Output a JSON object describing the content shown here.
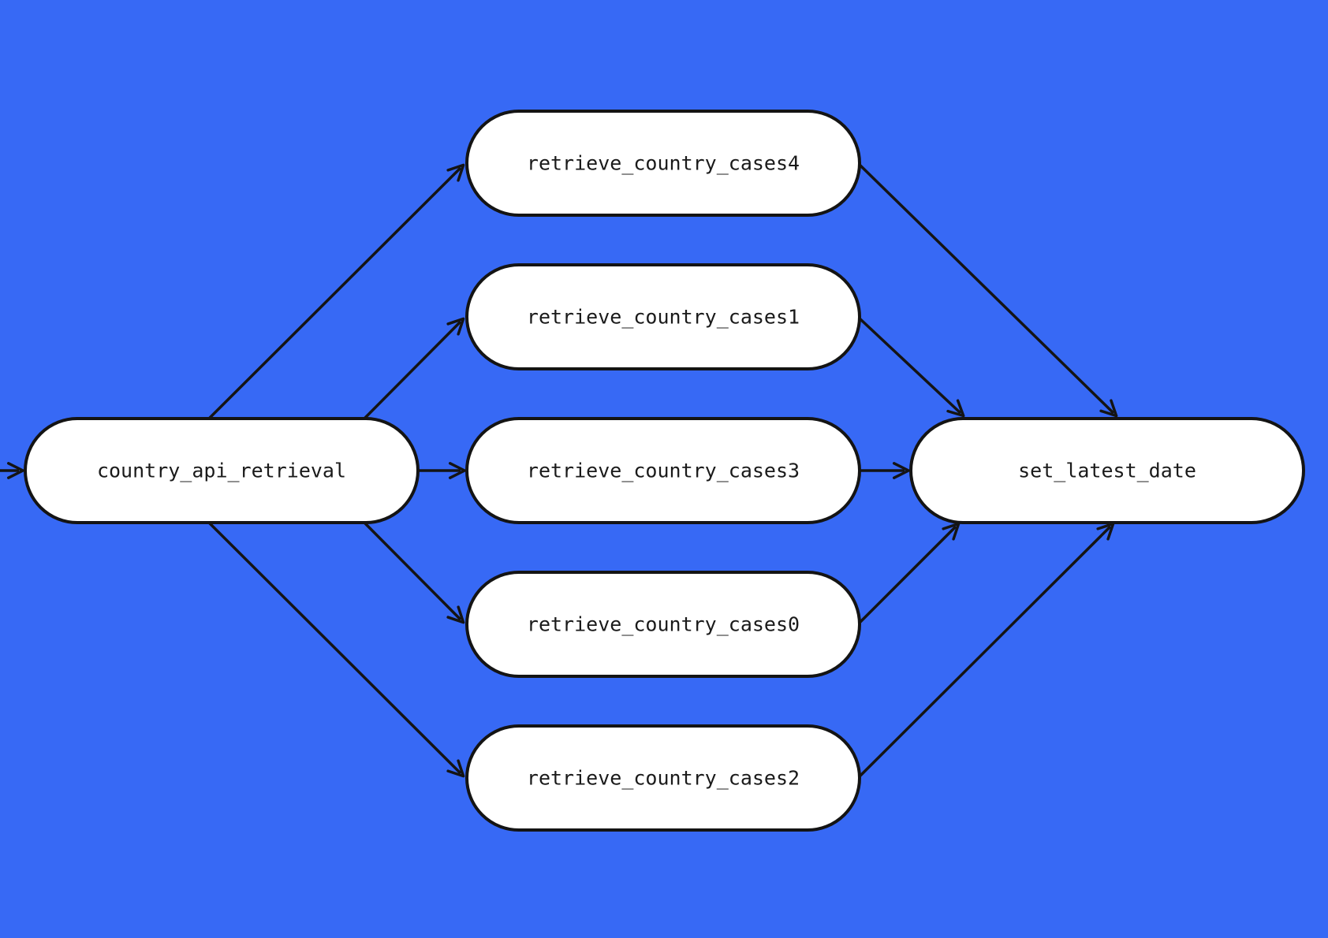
{
  "diagram": {
    "type": "dag",
    "background_color": "#3769F5",
    "node_fill_color": "#FFFFFF",
    "node_border_color": "#141414",
    "edge_color": "#141414",
    "label_color": "#1A1A1A",
    "nodes": [
      {
        "id": "country_api_retrieval",
        "label": "country_api_retrieval"
      },
      {
        "id": "retrieve_country_cases4",
        "label": "retrieve_country_cases4"
      },
      {
        "id": "retrieve_country_cases1",
        "label": "retrieve_country_cases1"
      },
      {
        "id": "retrieve_country_cases3",
        "label": "retrieve_country_cases3"
      },
      {
        "id": "retrieve_country_cases0",
        "label": "retrieve_country_cases0"
      },
      {
        "id": "retrieve_country_cases2",
        "label": "retrieve_country_cases2"
      },
      {
        "id": "set_latest_date",
        "label": "set_latest_date"
      }
    ],
    "edges": [
      {
        "from": "offscreen-left",
        "to": "country_api_retrieval"
      },
      {
        "from": "country_api_retrieval",
        "to": "retrieve_country_cases4"
      },
      {
        "from": "country_api_retrieval",
        "to": "retrieve_country_cases1"
      },
      {
        "from": "country_api_retrieval",
        "to": "retrieve_country_cases3"
      },
      {
        "from": "country_api_retrieval",
        "to": "retrieve_country_cases0"
      },
      {
        "from": "country_api_retrieval",
        "to": "retrieve_country_cases2"
      },
      {
        "from": "retrieve_country_cases4",
        "to": "set_latest_date"
      },
      {
        "from": "retrieve_country_cases1",
        "to": "set_latest_date"
      },
      {
        "from": "retrieve_country_cases3",
        "to": "set_latest_date"
      },
      {
        "from": "retrieve_country_cases0",
        "to": "set_latest_date"
      },
      {
        "from": "retrieve_country_cases2",
        "to": "set_latest_date"
      }
    ]
  }
}
